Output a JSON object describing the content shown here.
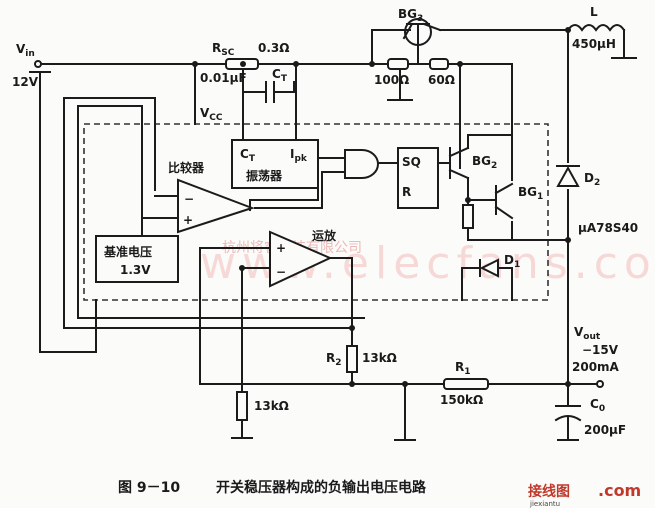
{
  "labels": {
    "vin_name": "V",
    "vin_sub": "in",
    "vin_value": "12V",
    "rsc": "R",
    "rsc_sub": "SC",
    "rsc_value": "0.3Ω",
    "ct_value": "0.01μF",
    "ct": "C",
    "ct_sub": "T",
    "vcc": "V",
    "vcc_sub": "CC",
    "bg3": "BG",
    "bg3_sub": "3",
    "r100": "100Ω",
    "r60": "60Ω",
    "inductor": "L",
    "inductor_value": "450μH",
    "comparator": "比较器",
    "osc_ct": "C",
    "osc_ct_sub": "T",
    "osc_ipk": "I",
    "osc_ipk_sub": "pk",
    "oscillator": "振荡器",
    "sq": "SQ",
    "r_pin": "R",
    "bg2": "BG",
    "bg2_sub": "2",
    "bg1": "BG",
    "bg1_sub": "1",
    "d2": "D",
    "d2_sub": "2",
    "chip": "μA78S40",
    "reference": "基准电压",
    "reference_value": "1.3V",
    "opamp": "运放",
    "d1": "D",
    "d1_sub": "1",
    "vout": "V",
    "vout_sub": "out",
    "vout_value": "−15V",
    "iout_value": "200mA",
    "r2": "R",
    "r2_sub": "2",
    "r2_value": "13kΩ",
    "r_bottom_value": "13kΩ",
    "r1": "R",
    "r1_sub": "1",
    "r1_value": "150kΩ",
    "co": "C",
    "co_sub": "0",
    "co_value": "200μF"
  },
  "caption": {
    "number": "图 9－10",
    "title": "开关稳压器构成的负输出电压电路"
  },
  "watermarks": {
    "company": "杭州将睿科技有限公司",
    "site_url": "www.elecfans.com",
    "site_logo": "jiexiantu",
    "site_cn": "接线图",
    "site_domain": ".com"
  }
}
